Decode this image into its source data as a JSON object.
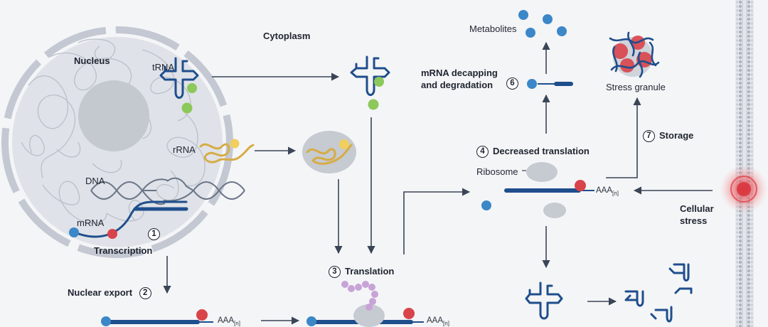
{
  "labels": {
    "cytoplasm": "Cytoplasm",
    "nucleus": "Nucleus",
    "trna": "tRNA",
    "rrna": "rRNA",
    "dna": "DNA",
    "mrna": "mRNA",
    "transcription": "Transcription",
    "nuclear_export": "Nuclear export",
    "translation": "Translation",
    "decreased_translation": "Decreased translation",
    "ribosome": "Ribosome",
    "mrna_decapping_line1": "mRNA decapping",
    "mrna_decapping_line2": "and degradation",
    "metabolites": "Metabolites",
    "stress_granule": "Stress granule",
    "storage": "Storage",
    "cellular_stress_line1": "Cellular",
    "cellular_stress_line2": "stress",
    "polya_main": "AAA",
    "polya_sub": "[n]"
  },
  "steps": {
    "s1": "1",
    "s2": "2",
    "s3": "3",
    "s4": "4",
    "s6": "6",
    "s7": "7"
  },
  "colors": {
    "background": "#f4f5f7",
    "nucleus_fill": "#dfe2e8",
    "membrane": "#c3c8d2",
    "nucleolus": "#c4c8cf",
    "rna_blue": "#1f4e8c",
    "cap_blue": "#3c87c8",
    "tail_red": "#d9434a",
    "amino_green": "#8cc85a",
    "rrna_gold": "#d6ac44",
    "peptide_purple": "#c7a3d6",
    "stress_red": "#e0434a",
    "arrow": "#3a4556"
  },
  "icons": [
    "trna-icon",
    "rrna-icon",
    "ribosome-icon",
    "mrna-icon",
    "metabolite-icon",
    "stress-granule-icon",
    "stress-signal-icon"
  ]
}
